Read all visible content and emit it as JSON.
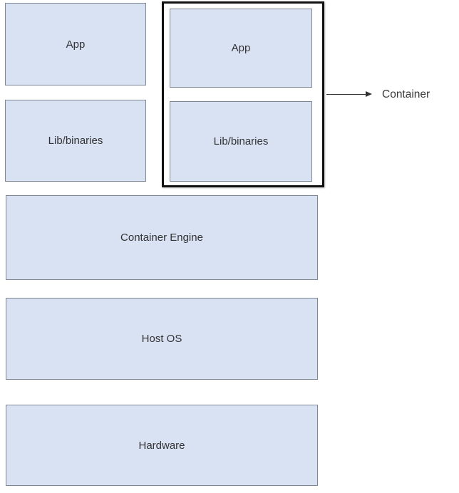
{
  "diagram": {
    "left_stack": {
      "app_label": "App",
      "lib_label": "Lib/binaries"
    },
    "container_stack": {
      "app_label": "App",
      "lib_label": "Lib/binaries"
    },
    "layers": {
      "engine_label": "Container Engine",
      "host_os_label": "Host OS",
      "hardware_label": "Hardware"
    },
    "annotation": {
      "container_label": "Container"
    },
    "colors": {
      "box_fill": "#d8e2f3",
      "box_border": "#7d8794",
      "container_outline": "#111111",
      "text": "#333333",
      "arrow": "#333333"
    }
  }
}
